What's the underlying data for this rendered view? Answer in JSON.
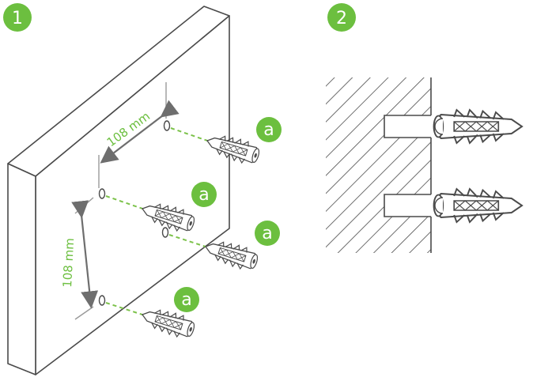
{
  "step_badges": [
    {
      "number": "1"
    },
    {
      "number": "2"
    }
  ],
  "dimensions": {
    "horizontal_label": "108 mm",
    "vertical_label": "108 mm"
  },
  "anchor_markers": [
    {
      "letter": "a"
    },
    {
      "letter": "a"
    },
    {
      "letter": "a"
    },
    {
      "letter": "a"
    }
  ],
  "colors": {
    "accent_green": "#6cbf3f",
    "line_gray": "#4a4a4a",
    "arrow_gray": "#6e6e6e",
    "dash_green": "#7cc24a"
  }
}
